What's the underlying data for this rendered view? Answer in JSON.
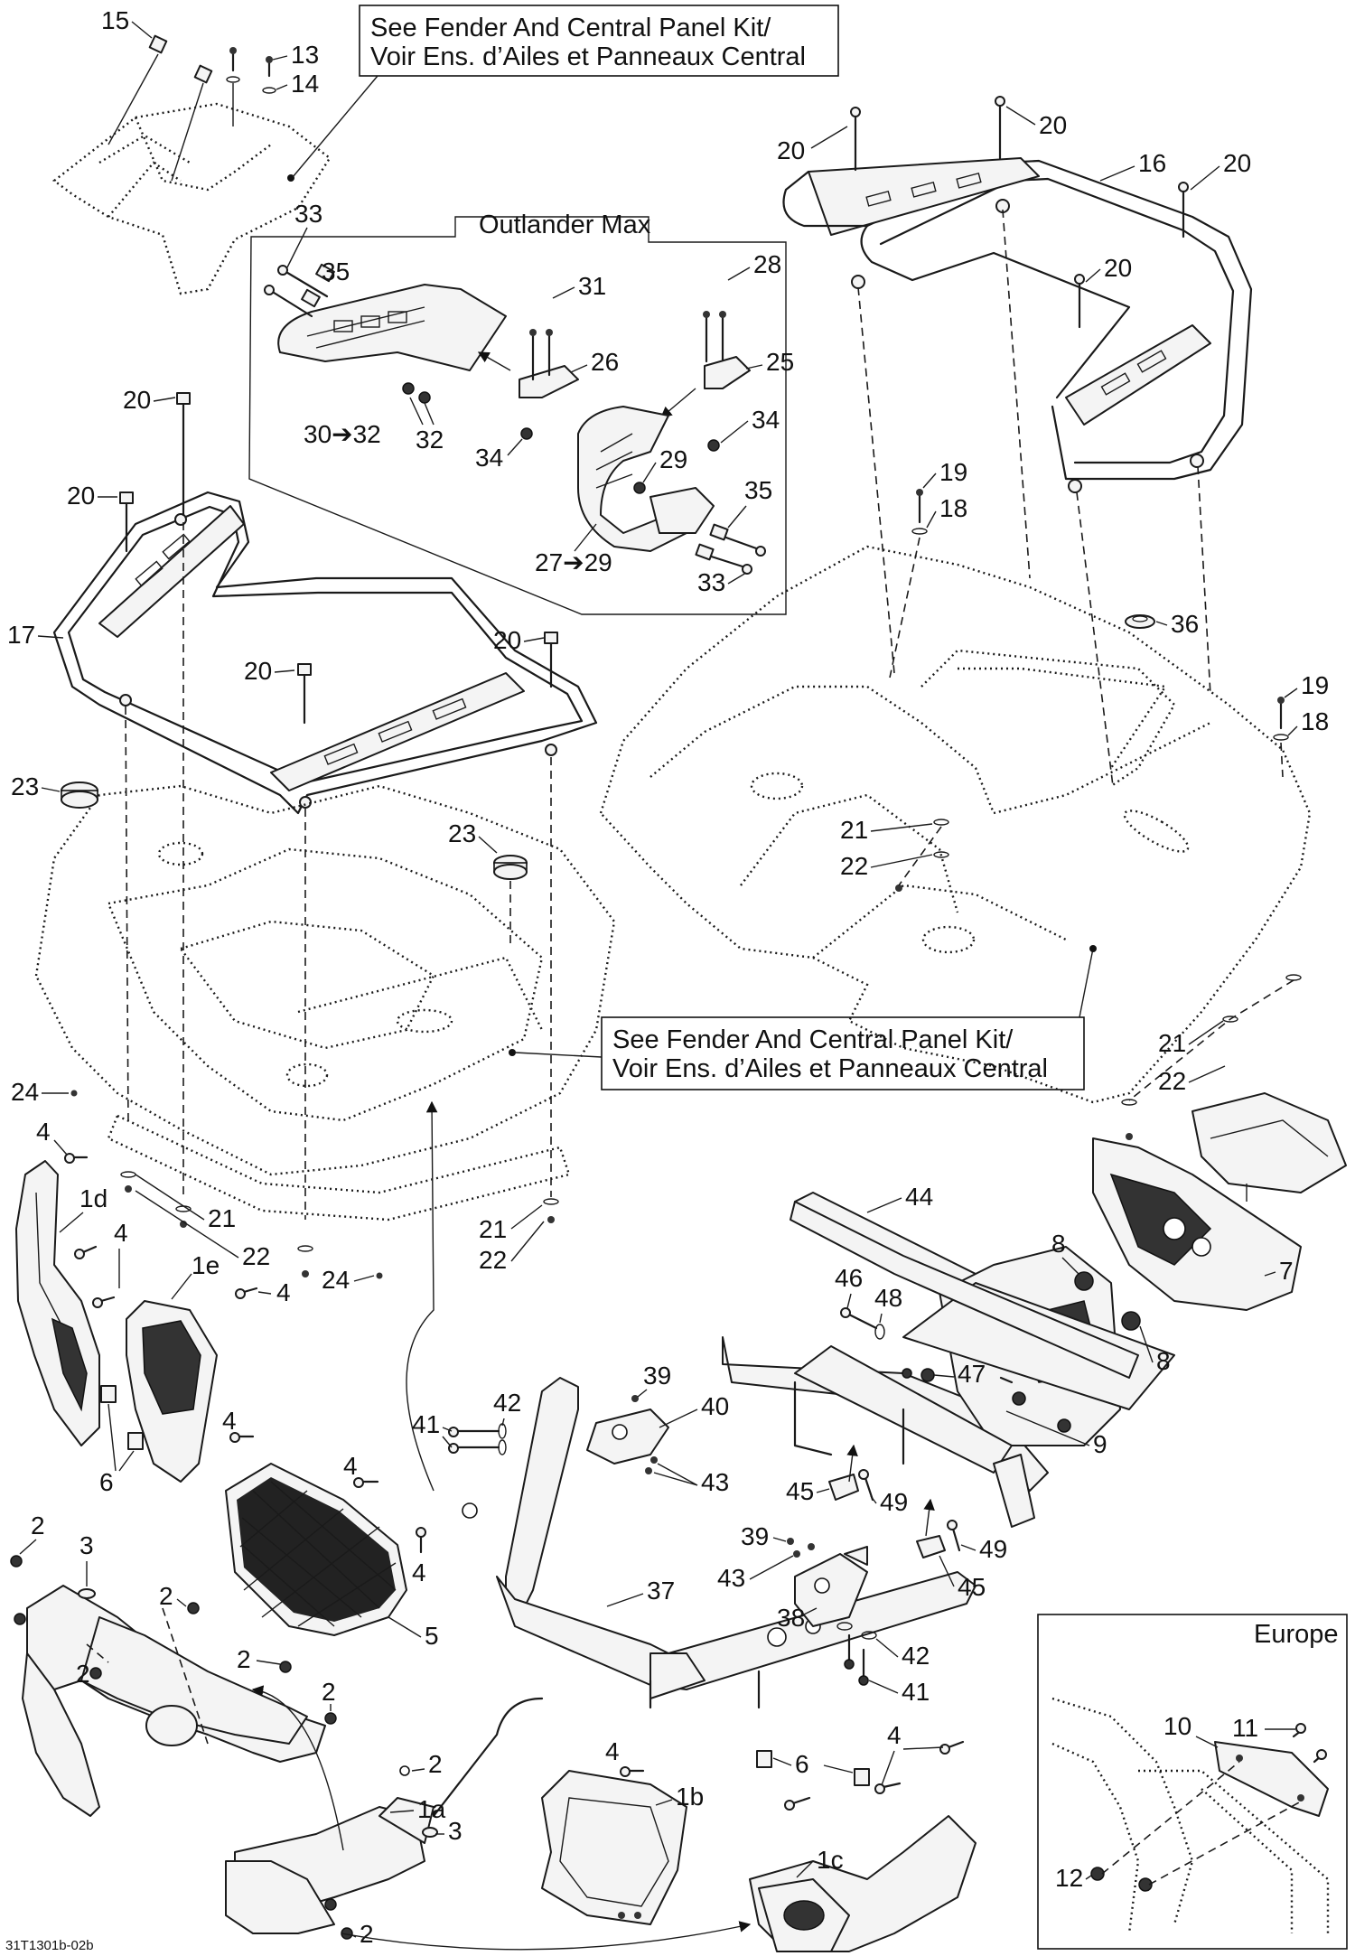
{
  "diagram_id": "31T1301b-02b",
  "notes": {
    "kit_top_line1": "See Fender And Central Panel Kit/",
    "kit_top_line2": "Voir Ens. d’Ailes et Panneaux Central",
    "kit_mid_line1": "See Fender And Central Panel Kit/",
    "kit_mid_line2": "Voir Ens. d’Ailes et Panneaux Central",
    "outlander_max": "Outlander Max",
    "europe": "Europe"
  },
  "callouts": {
    "c15": "15",
    "c13": "13",
    "c14": "14",
    "c20a": "20",
    "c20b": "20",
    "c16": "16",
    "c20c": "20",
    "c20d": "20",
    "c33a": "33",
    "c35a": "35",
    "c31": "31",
    "c28": "28",
    "c26": "26",
    "c25": "25",
    "c30": "30➔32",
    "c32": "32",
    "c34a": "34",
    "c34b": "34",
    "c29": "29",
    "c35b": "35",
    "c27": "27➔29",
    "c33b": "33",
    "c20e": "20",
    "c20f": "20",
    "c17": "17",
    "c20g": "20",
    "c20h": "20",
    "c19a": "19",
    "c18a": "18",
    "c36": "36",
    "c19b": "19",
    "c18b": "18",
    "c23a": "23",
    "c23b": "23",
    "c21a": "21",
    "c22a": "22",
    "c24a": "24",
    "c21b": "21",
    "c22b": "22",
    "c4a": "4",
    "c1d": "1d",
    "c21c": "21",
    "c22c": "22",
    "c21d": "21",
    "c22d": "22",
    "c24b": "24",
    "c4b": "4",
    "c1e": "1e",
    "c4c": "4",
    "c6a": "6",
    "c44": "44",
    "c8a": "8",
    "c7": "7",
    "c46": "46",
    "c48": "48",
    "c8b": "8",
    "c47": "47",
    "c9": "9",
    "c39a": "39",
    "c40": "40",
    "c41a": "41",
    "c42a": "42",
    "c43a": "43",
    "c45a": "45",
    "c49a": "49",
    "c49b": "49",
    "c45b": "45",
    "c39b": "39",
    "c43b": "43",
    "c38": "38",
    "c4d": "4",
    "c4e": "4",
    "c4f": "4",
    "c5": "5",
    "c2a": "2",
    "c3a": "3",
    "c2b": "2",
    "c2c": "2",
    "c2d": "2",
    "c2e": "2",
    "c2f": "2",
    "c37": "37",
    "c42b": "42",
    "c41b": "41",
    "c1a": "1a",
    "c3b": "3",
    "c2g": "2",
    "c4g": "4",
    "c1b": "1b",
    "c4h": "4",
    "c6b": "6",
    "c1c": "1c",
    "c10": "10",
    "c11": "11",
    "c12": "12"
  }
}
